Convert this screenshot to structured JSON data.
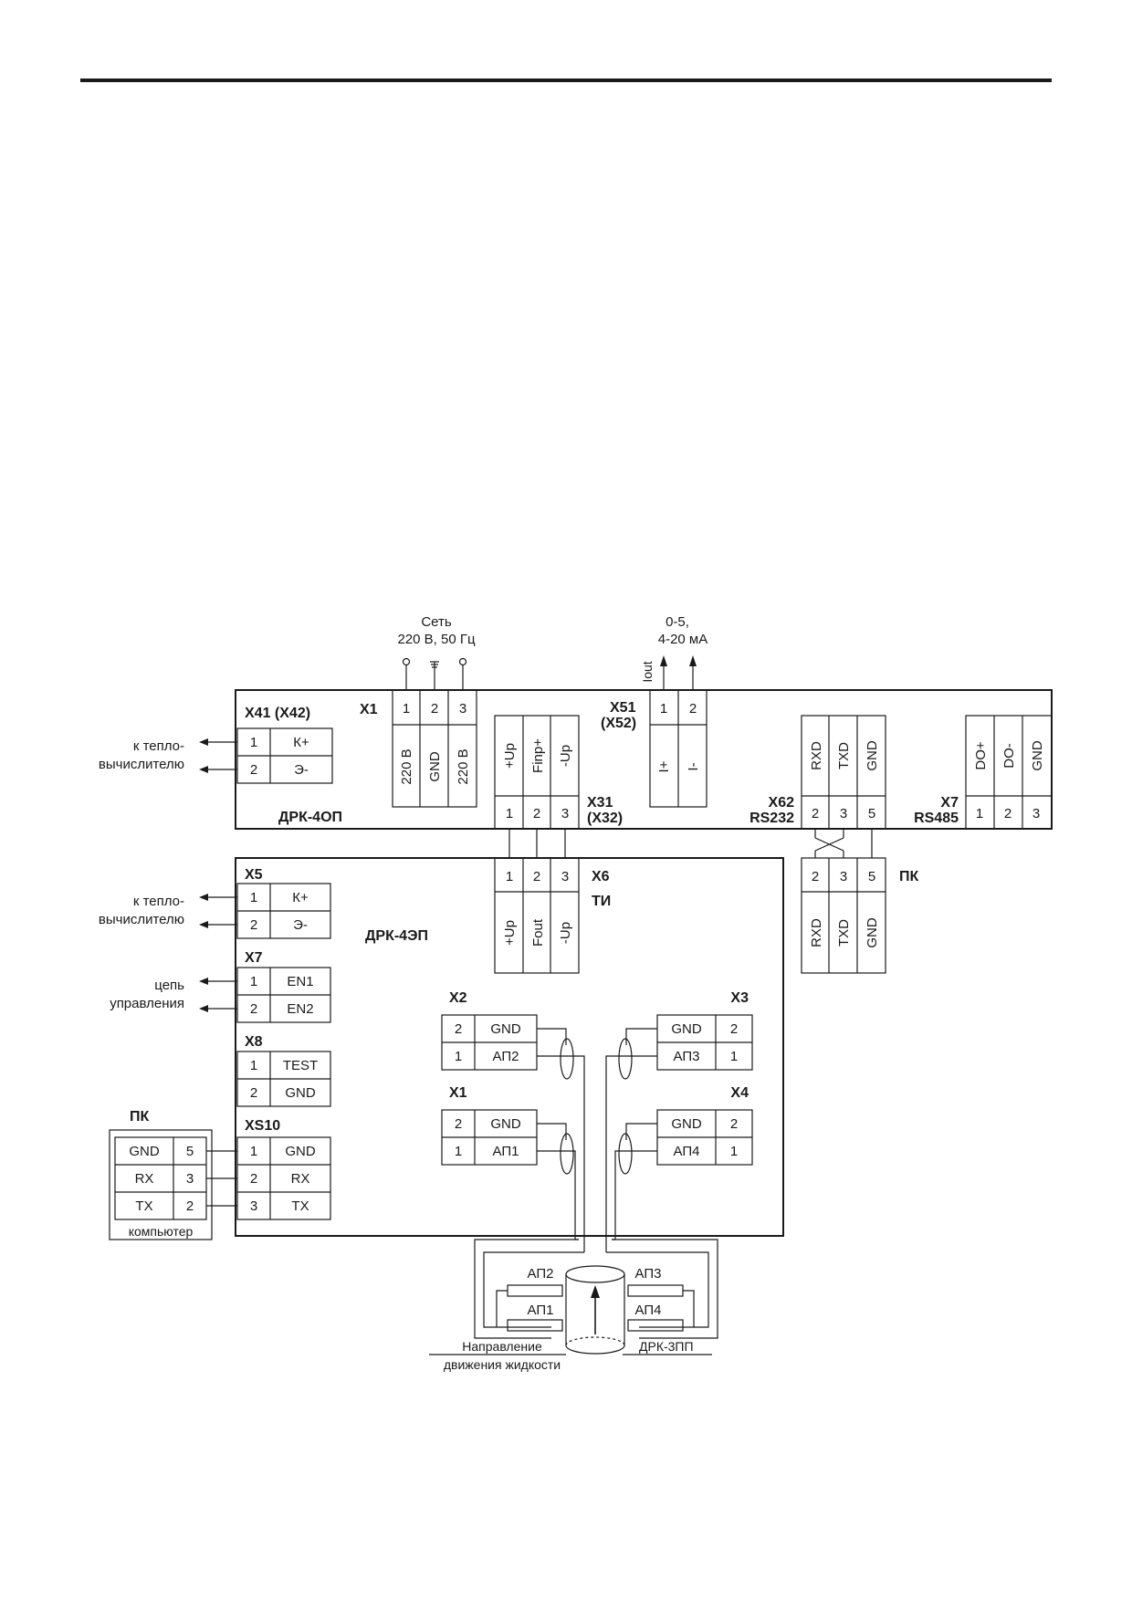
{
  "op": {
    "title": "ДРК-4ОП",
    "x41": {
      "label": "X41 (X42)",
      "rows": [
        [
          "1",
          "К+"
        ],
        [
          "2",
          "Э-"
        ]
      ],
      "note": [
        "к тепло-",
        "вычислителю"
      ]
    },
    "x1": {
      "label": "X1",
      "pins": [
        "1",
        "2",
        "3"
      ],
      "signals": [
        "220 В",
        "GND",
        "220 В"
      ]
    },
    "mains": [
      "Сеть",
      "220 В, 50 Гц"
    ],
    "x31": {
      "label": [
        "X31",
        "(X32)"
      ],
      "pins": [
        "1",
        "2",
        "3"
      ],
      "signals": [
        "+Up",
        "Finp+",
        "-Up"
      ]
    },
    "x51": {
      "label": [
        "X51",
        "(X52)"
      ],
      "pins": [
        "1",
        "2"
      ],
      "signals": [
        "I+",
        "I-"
      ],
      "arrow_label": "Iout",
      "range": [
        "0-5,",
        "4-20 мА"
      ]
    },
    "x62": {
      "label": [
        "X62",
        "RS232"
      ],
      "pins": [
        "2",
        "3",
        "5"
      ],
      "signals": [
        "RXD",
        "TXD",
        "GND"
      ]
    },
    "x7": {
      "label": [
        "X7",
        "RS485"
      ],
      "pins": [
        "1",
        "2",
        "3"
      ],
      "signals": [
        "DO+",
        "DO-",
        "GND"
      ]
    }
  },
  "ep": {
    "title": "ДРК-4ЭП",
    "x5": {
      "label": "X5",
      "rows": [
        [
          "1",
          "К+"
        ],
        [
          "2",
          "Э-"
        ]
      ],
      "note": [
        "к тепло-",
        "вычислителю"
      ]
    },
    "x7": {
      "label": "X7",
      "rows": [
        [
          "1",
          "EN1"
        ],
        [
          "2",
          "EN2"
        ]
      ],
      "note": [
        "цепь",
        "управления"
      ]
    },
    "x8": {
      "label": "X8",
      "rows": [
        [
          "1",
          "TEST"
        ],
        [
          "2",
          "GND"
        ]
      ]
    },
    "xs10": {
      "label": "XS10",
      "rows": [
        [
          "1",
          "GND"
        ],
        [
          "2",
          "RX"
        ],
        [
          "3",
          "TX"
        ]
      ]
    },
    "x6": {
      "label": "X6",
      "sublabel": "ТИ",
      "pins": [
        "1",
        "2",
        "3"
      ],
      "signals": [
        "+Up",
        "Fout",
        "-Up"
      ]
    },
    "x2": {
      "label": "X2",
      "rows": [
        [
          "2",
          "GND"
        ],
        [
          "1",
          "АП2"
        ]
      ]
    },
    "x1": {
      "label": "X1",
      "rows": [
        [
          "2",
          "GND"
        ],
        [
          "1",
          "АП1"
        ]
      ]
    },
    "x3": {
      "label": "X3",
      "rows": [
        [
          "GND",
          "2"
        ],
        [
          "АП3",
          "1"
        ]
      ]
    },
    "x4": {
      "label": "X4",
      "rows": [
        [
          "GND",
          "2"
        ],
        [
          "АП4",
          "1"
        ]
      ]
    }
  },
  "pc_serial": {
    "label": "ПК",
    "pins": [
      "2",
      "3",
      "5"
    ],
    "signals": [
      "RXD",
      "TXD",
      "GND"
    ]
  },
  "pc_computer": {
    "label": "ПК",
    "rows": [
      [
        "GND",
        "5"
      ],
      [
        "RX",
        "3"
      ],
      [
        "TX",
        "2"
      ]
    ],
    "caption": "компьютер"
  },
  "sensor": {
    "labels": [
      "АП2",
      "АП3",
      "АП1",
      "АП4"
    ],
    "name": "ДРК-3ПП",
    "flow": [
      "Направление",
      "движения жидкости"
    ]
  }
}
